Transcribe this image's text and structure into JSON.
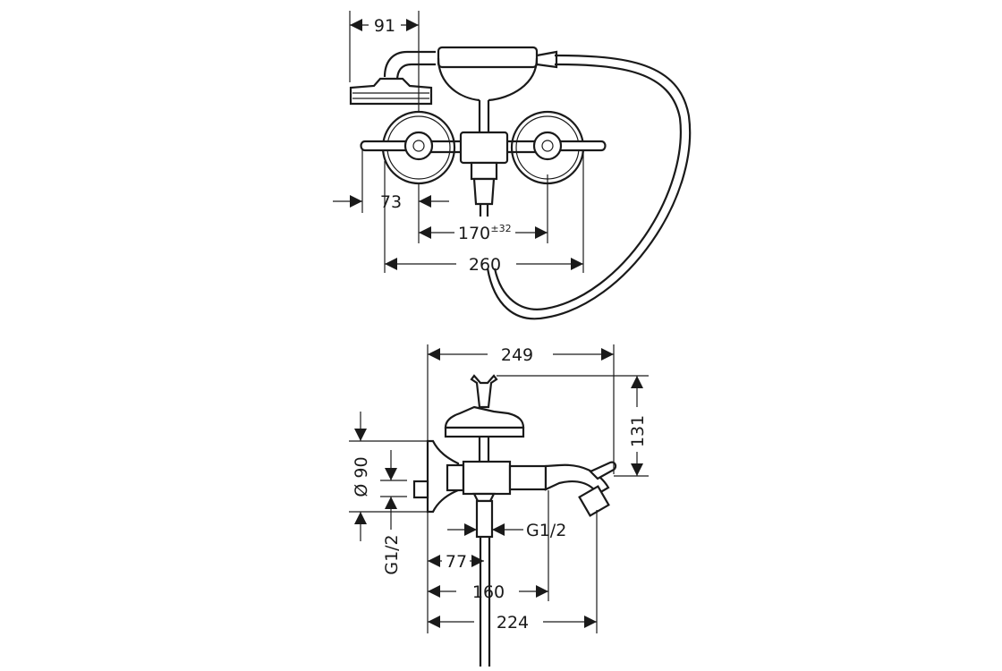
{
  "top_view": {
    "handshower_width": "91",
    "lever_offset": "73",
    "center_distance": "170",
    "center_distance_tolerance": "±32",
    "overall_width": "260"
  },
  "side_view": {
    "overall_depth": "249",
    "height": "131",
    "flange_diameter": "Ø 90",
    "wall_connection": "G1/2",
    "outlet_connection": "G1/2",
    "body_offset": "77",
    "lever_projection": "160",
    "spout_projection": "224"
  }
}
